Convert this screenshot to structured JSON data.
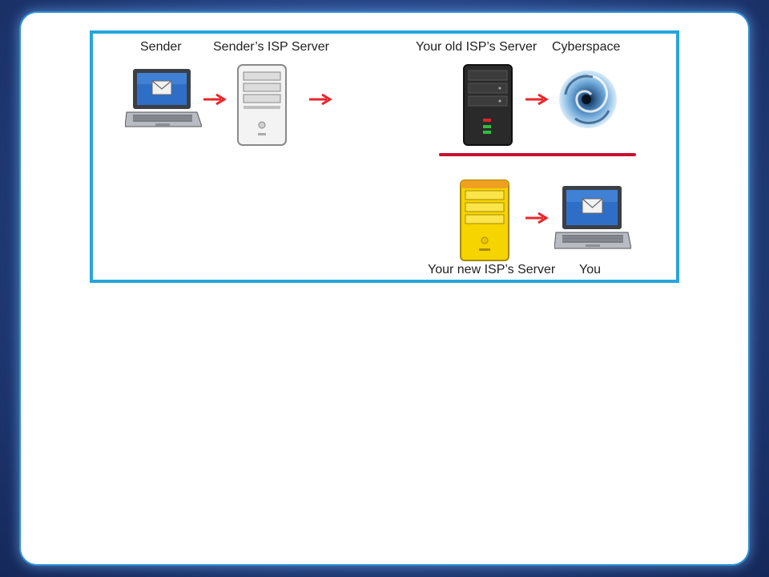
{
  "labels": {
    "sender": "Sender",
    "sender_isp": "Sender’s ISP Server",
    "old_isp": "Your old ISP’s Server",
    "cyberspace": "Cyberspace",
    "new_isp": "Your new ISP’s Server",
    "you": "You"
  },
  "icons": {
    "sender_laptop": "laptop-envelope-icon",
    "sender_isp_server": "white-server-icon",
    "old_isp_server": "black-server-icon",
    "cyberspace": "vortex-icon",
    "new_isp_server": "yellow-server-icon",
    "recipient_laptop": "laptop-envelope-icon",
    "arrow": "red-arrow-icon"
  },
  "colors": {
    "frame_border": "#27a4dc",
    "arrow": "#e8262b",
    "divider": "#c8102e",
    "background": "#23407f"
  }
}
